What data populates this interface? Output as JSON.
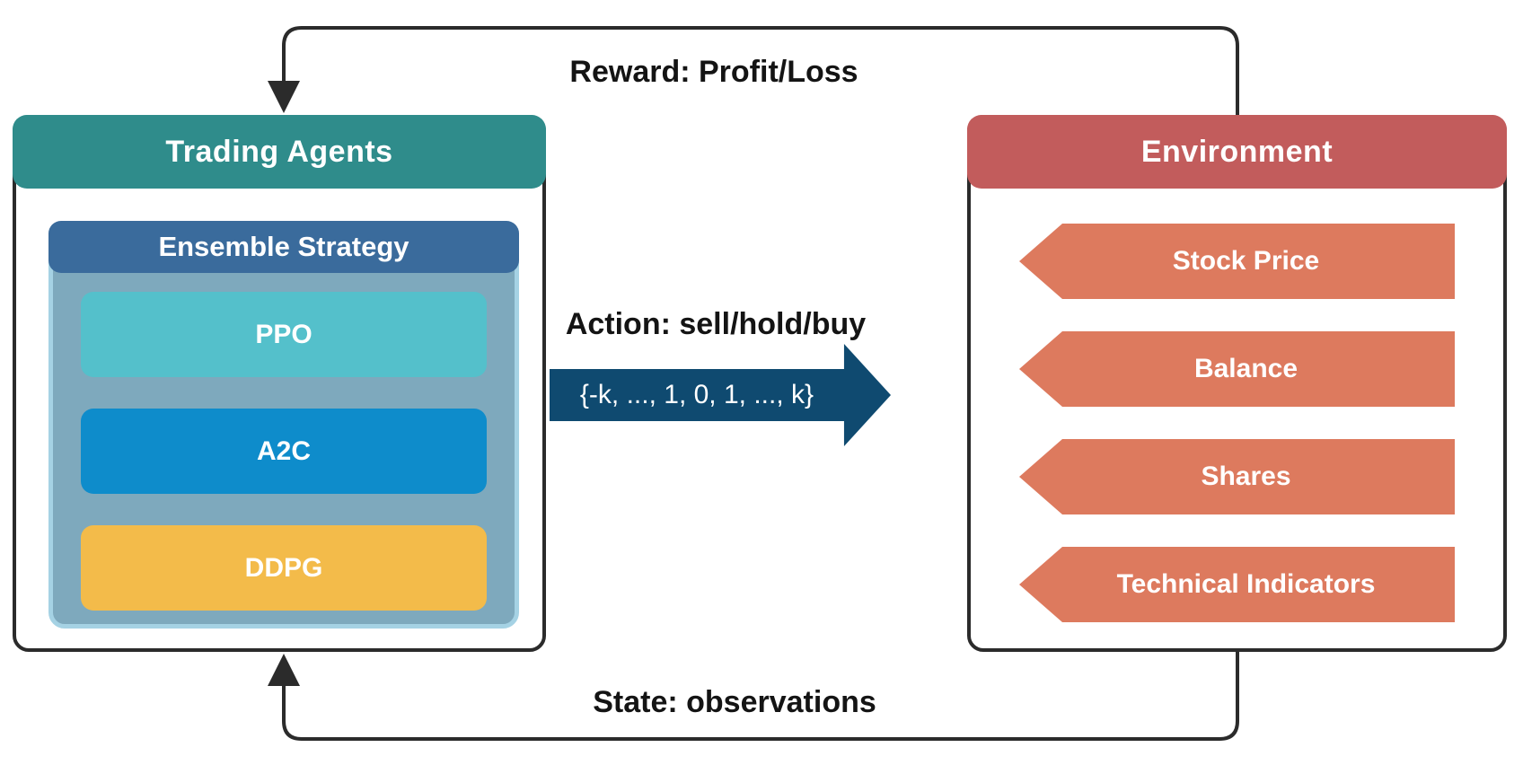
{
  "diagram": {
    "reward_label": "Reward: Profit/Loss",
    "action_label": "Action: sell/hold/buy",
    "action_set": "{-k, ..., 1, 0, 1, ..., k}",
    "state_label": "State: observations"
  },
  "trading_agents": {
    "title": "Trading Agents",
    "ensemble": {
      "title": "Ensemble Strategy",
      "agents": [
        {
          "label": "PPO",
          "color": "#54c0cb"
        },
        {
          "label": "A2C",
          "color": "#0e8ccb"
        },
        {
          "label": "DDPG",
          "color": "#f3bb4a"
        }
      ]
    }
  },
  "environment": {
    "title": "Environment",
    "items": [
      {
        "label": "Stock Price"
      },
      {
        "label": "Balance"
      },
      {
        "label": "Shares"
      },
      {
        "label": "Technical Indicators"
      }
    ]
  },
  "colors": {
    "trading_agents_header": "#2f8c8b",
    "ensemble_header": "#3a6b9c",
    "ensemble_background": "#7ea9bd",
    "ensemble_border": "#a5d2e4",
    "environment_header": "#c25c5c",
    "environment_item": "#dd7a5e",
    "action_arrow": "#0f4a70",
    "connector_line": "#2b2b2b"
  }
}
